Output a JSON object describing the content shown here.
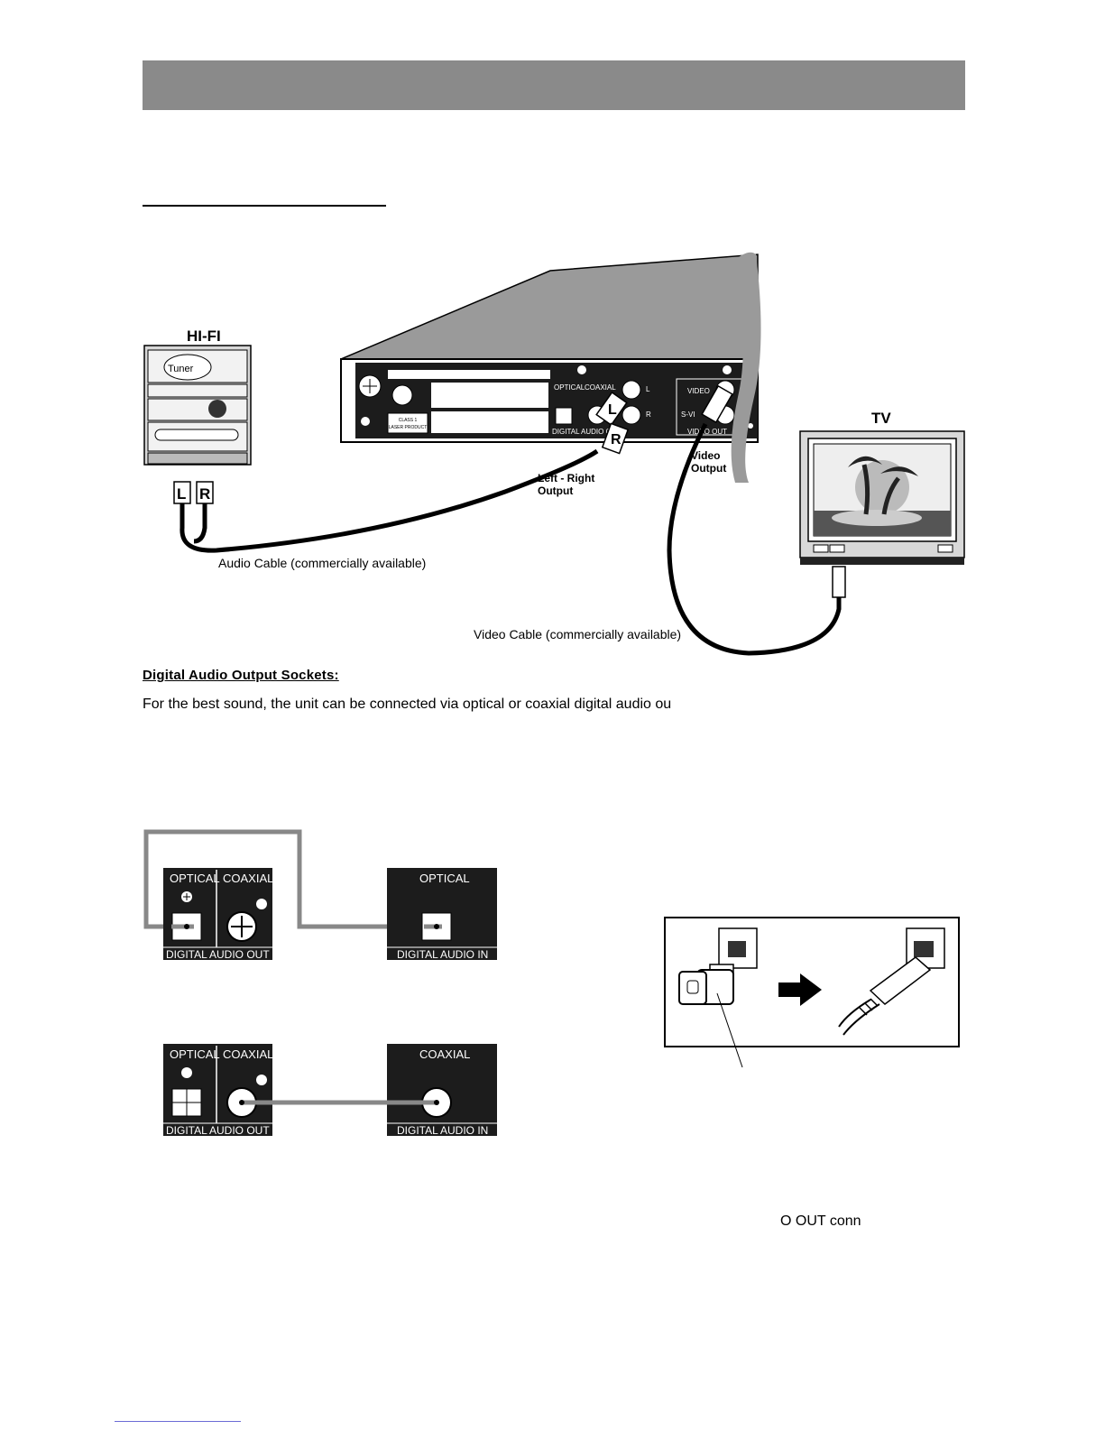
{
  "connection_diagram": {
    "hifi_label": "HI-FI",
    "tuner_label": "Tuner",
    "tv_label": "TV",
    "plug_left": "L",
    "plug_right": "R",
    "left_right_output_line1": "Left - Right",
    "left_right_output_line2": "Output",
    "video_output_line1": "Video",
    "video_output_line2": "Output",
    "audio_cable_label": "Audio Cable (commercially available)",
    "video_cable_label": "Video Cable (commercially available)",
    "panel_optical": "OPTICAL",
    "panel_coaxial": "COAXIAL",
    "panel_video": "VIDEO",
    "panel_svideo": "S-VI",
    "panel_digital_audio_out": "DIGITAL AUDIO OUT",
    "panel_video_out": "VIDEO OUT",
    "panel_l": "L",
    "panel_r": "R",
    "class1_line1": "CLASS 1",
    "class1_line2": "LASER PRODUCT"
  },
  "digital_section": {
    "heading": "Digital Audio Output Sockets:",
    "body": "For the best sound, the unit can be connected via optical or coaxial digital audio ou"
  },
  "socket_panels": {
    "optical": "OPTICAL",
    "coaxial": "COAXIAL",
    "digital_audio_out": "DIGITAL AUDIO OUT",
    "digital_audio_in": "DIGITAL AUDIO IN"
  },
  "partial_text": "O OUT conn"
}
